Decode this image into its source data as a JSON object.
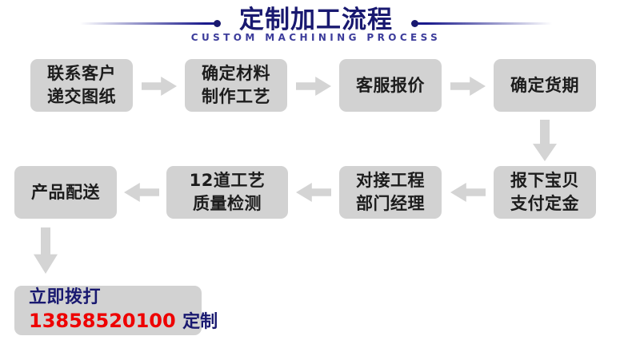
{
  "header": {
    "title": "定制加工流程",
    "subtitle": "CUSTOM MACHINING PROCESS",
    "accent_color": "#191970",
    "line_left_name": "header-rule-left",
    "line_right_name": "header-rule-right"
  },
  "flow": {
    "box_fill_color": "#d2d2d2",
    "arrow_color": "#d4d4d4",
    "text_color": "#1c1c1c",
    "row1": [
      {
        "lines": [
          "联系客户",
          "递交图纸"
        ]
      },
      {
        "lines": [
          "确定材料",
          "制作工艺"
        ]
      },
      {
        "lines": [
          "客服报价"
        ]
      },
      {
        "lines": [
          "确定货期"
        ]
      }
    ],
    "row2": [
      {
        "lines": [
          "产品配送"
        ]
      },
      {
        "lines": [
          "12道工艺",
          "质量检测"
        ]
      },
      {
        "lines": [
          "对接工程",
          "部门经理"
        ]
      },
      {
        "lines": [
          "报下宝贝",
          "支付定金"
        ]
      }
    ]
  },
  "cta": {
    "line1": "立即拨打",
    "phone": "13858520100",
    "suffix": "定制",
    "phone_color": "#ee0000",
    "text_color": "#191970"
  }
}
